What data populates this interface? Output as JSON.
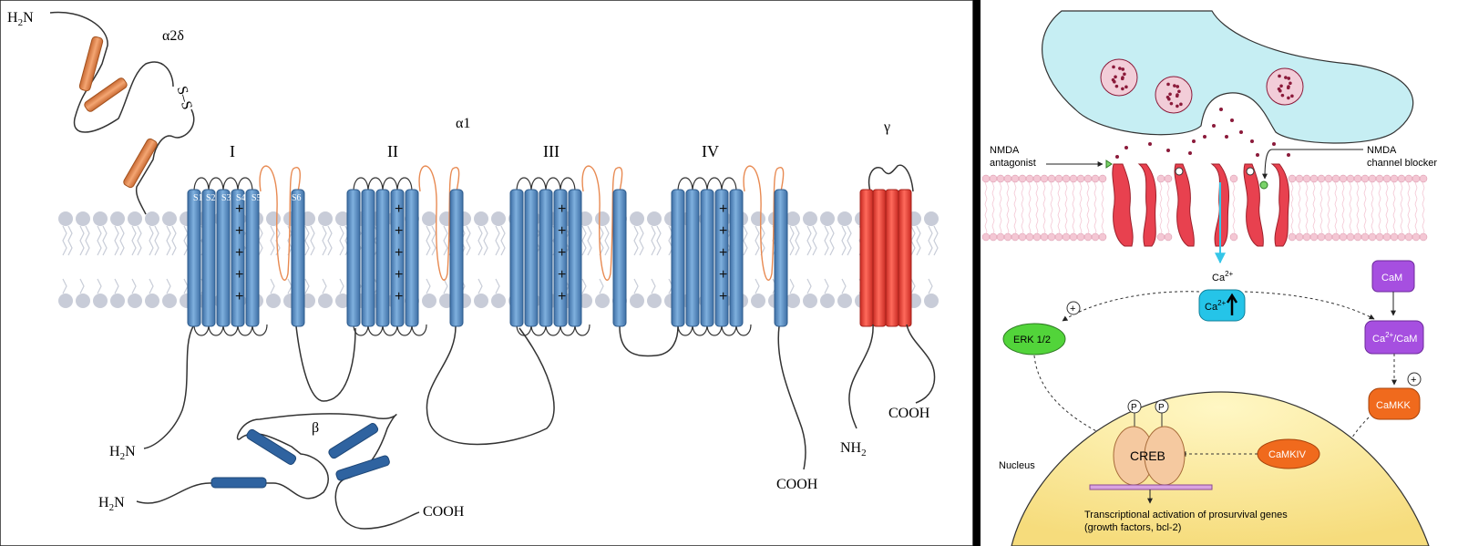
{
  "left_panel": {
    "labels": {
      "a2d": "α2δ",
      "ss": "S–S",
      "h2n_top": "H",
      "sub2": "2",
      "n": "N",
      "a1": "α1",
      "gamma": "γ",
      "beta": "β",
      "domain_I": "I",
      "domain_II": "II",
      "domain_III": "III",
      "domain_IV": "IV",
      "s1": "S1",
      "s2": "S2",
      "s3": "S3",
      "s4": "S4",
      "s5": "S5",
      "s6": "S6",
      "plus": "+",
      "h2n_left": "H",
      "h2n_beta": "H",
      "cooh_beta": "COOH",
      "cooh_a1": "COOH",
      "nh2_gamma": "NH",
      "cooh_gamma": "COOH"
    },
    "colors": {
      "alpha1": "#5b8fc4",
      "alpha2delta": "#e08a52",
      "gamma": "#e43c33",
      "beta": "#2f63a0",
      "loop": "#e88a52",
      "membrane": "#c8ccd8"
    }
  },
  "right_panel": {
    "labels": {
      "nmda_antagonist_1": "NMDA",
      "nmda_antagonist_2": "antagonist",
      "nmda_blocker_1": "NMDA",
      "nmda_blocker_2": "channel blocker",
      "ca2_label": "Ca",
      "ca2_sup": "2+",
      "ca2_box": "Ca",
      "cam": "CaM",
      "ca_cam_1": "Ca",
      "ca_cam_sup": "2+",
      "ca_cam_2": "/CaM",
      "erk": "ERK 1/2",
      "camkk": "CaMKK",
      "camkiv": "CaMKIV",
      "creb": "CREB",
      "p": "P",
      "plus": "+",
      "nucleus": "Nucleus",
      "transcription_1": "Transcriptional activation of prosurvival genes",
      "transcription_2": "(growth factors, bcl-2)"
    },
    "colors": {
      "presynaptic": "#c6eef3",
      "vesicle": "#f2cdd8",
      "dot": "#8b1a3a",
      "membrane": "#f4c7d4",
      "receptor": "#e8414f",
      "ca_box": "#25c4e8",
      "cam_box": "#a64fe0",
      "erk_box": "#52d43a",
      "camk_box": "#f06a1d",
      "creb": "#f5c9a0",
      "nucleus": "#fbe68e"
    }
  }
}
